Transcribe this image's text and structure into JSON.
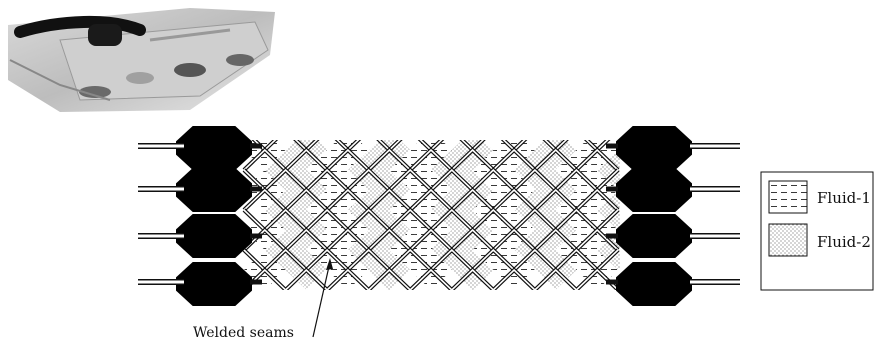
{
  "photo": {
    "description_icon": "plate-heat-exchanger-photo"
  },
  "legend": {
    "items": [
      {
        "label": "Fluid-1",
        "pattern": "dashes"
      },
      {
        "label": "Fluid-2",
        "pattern": "dots"
      }
    ]
  },
  "callout": {
    "label": "Welded seams"
  },
  "colors": {
    "ink": "#111111",
    "paper": "#ffffff",
    "seal": "#000000"
  }
}
